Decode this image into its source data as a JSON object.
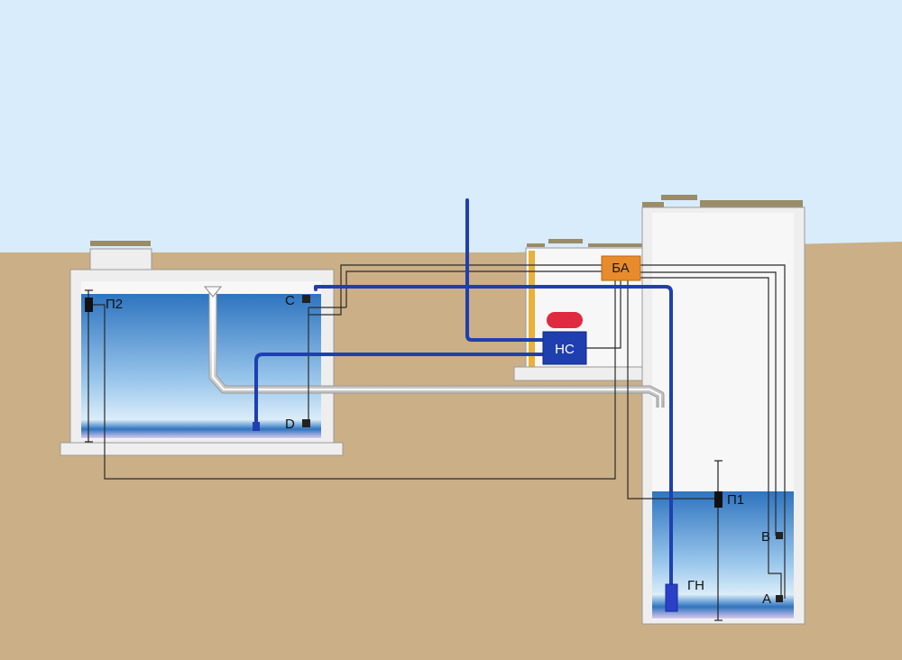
{
  "labels": {
    "sensor_c": "C",
    "sensor_d": "D",
    "sensor_b": "B",
    "sensor_a": "A",
    "float_p1": "П1",
    "float_p2": "П2",
    "control_box": "БА",
    "pump_station": "НС",
    "deep_pump": "ГН"
  },
  "colors": {
    "sky": "#d8ecfc",
    "soil": "#cbaf86",
    "concrete": "#eeeeee",
    "concrete_edge": "#9a9a9a",
    "water_top": "#3a7fc4",
    "water_bottom": "#cfe6f7",
    "blue_pipe": "#1f3fb0",
    "pump_station": "#1f3fb0",
    "control_box": "#e88b2c",
    "accumulator": "#e02a3f",
    "wall_insulation": "#e8b23a",
    "lid": "#9a8c67",
    "sensor": "#222222"
  }
}
